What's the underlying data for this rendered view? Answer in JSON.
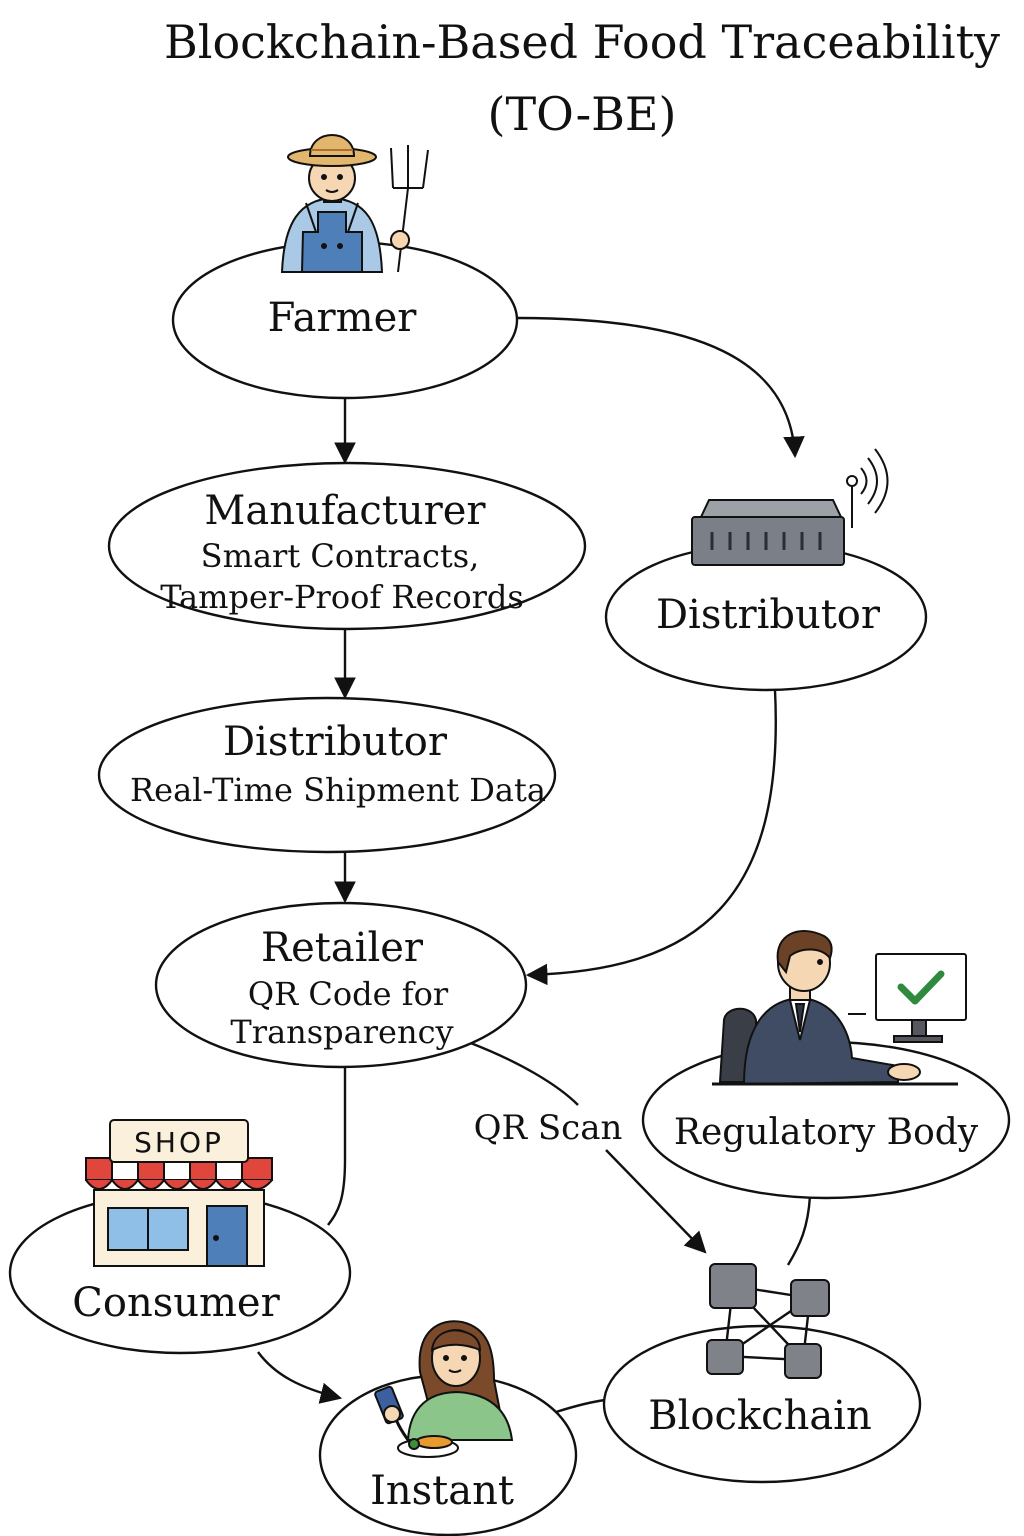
{
  "title": {
    "line1": "Blockchain-Based Food Traceability",
    "line2": "(TO-BE)"
  },
  "nodes": {
    "farmer": {
      "label": "Farmer"
    },
    "manufacturer": {
      "label": "Manufacturer",
      "sub1": "Smart Contracts,",
      "sub2": "Tamper-Proof Records"
    },
    "distributor_right": {
      "label": "Distributor"
    },
    "distributor_main": {
      "label": "Distributor",
      "sub1": "Real-Time Shipment Data"
    },
    "retailer": {
      "label": "Retailer",
      "sub1": "QR Code for",
      "sub2": "Transparency"
    },
    "regulatory": {
      "label": "Regulatory Body"
    },
    "consumer": {
      "label": "Consumer",
      "shop_sign": "SHOP"
    },
    "instant": {
      "label": "Instant"
    },
    "blockchain": {
      "label": "Blockchain"
    }
  },
  "edges": {
    "qr_scan": {
      "label": "QR Scan"
    }
  },
  "icons": {
    "farmer": "farmer-with-pitchfork-icon",
    "distributor_right": "router-device-icon",
    "regulatory": "officer-at-computer-icon",
    "consumer": "shop-storefront-icon",
    "instant": "woman-with-phone-icon",
    "blockchain": "network-blocks-icon"
  },
  "colors": {
    "ink": "#111111",
    "denim": "#4f7fb8",
    "shirt_blue": "#a9c9e6",
    "straw": "#e3b66d",
    "awning_red": "#e0463c",
    "suit": "#3f4c63",
    "check_green": "#2f8a3e",
    "block_gray": "#7f8389",
    "device_gray": "#7b8088",
    "sweater_green": "#8cc58a"
  }
}
